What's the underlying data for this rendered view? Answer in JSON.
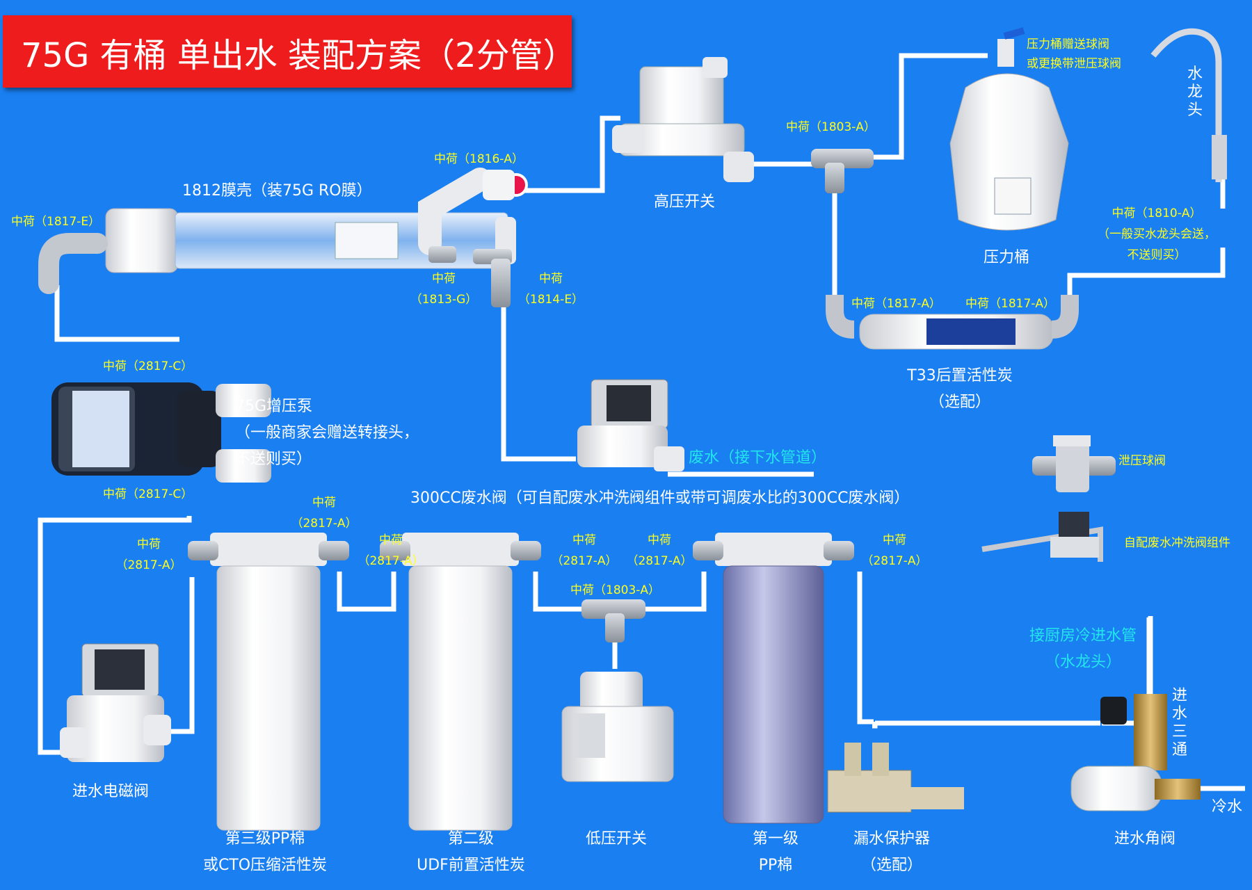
{
  "title": "75G 有桶 单出水 装配方案（2分管）",
  "components": {
    "membrane_shell": "1812膜壳（装75G RO膜）",
    "high_pressure_switch": "高压开关",
    "pressure_tank": "压力桶",
    "faucet": "水龙头",
    "t33_carbon": [
      "T33后置活性炭",
      "（选配）"
    ],
    "booster_pump": [
      "75G增压泵",
      "（一般商家会赠送转接头，",
      "不送则买）"
    ],
    "waste_valve": "300CC废水阀（可自配废水冲洗阀组件或带可调废水比的300CC废水阀）",
    "waste_water": "废水（接下水管道）",
    "relief_ball_valve": "泄压球阀",
    "flush_valve_kit": "自配废水冲洗阀组件",
    "kitchen_cold_pipe": [
      "接厨房冷进水管",
      "（水龙头）"
    ],
    "inlet_tee": "进水三通",
    "cold_water": "冷水",
    "inlet_angle_valve": "进水角阀",
    "leak_protector": [
      "漏水保护器",
      "（选配）"
    ],
    "stage1": [
      "第一级",
      "PP棉"
    ],
    "low_pressure_switch": "低压开关",
    "stage2": [
      "第二级",
      "UDF前置活性炭"
    ],
    "stage3": [
      "第三级PP棉",
      "或CTO压缩活性炭"
    ],
    "inlet_solenoid": "进水电磁阀",
    "tank_note": [
      "压力桶赠送球阀",
      "或更换带泄压球阀"
    ]
  },
  "fittings": {
    "f1817E": [
      "中荷（1817-E）"
    ],
    "f1816A": [
      "中荷（1816-A）"
    ],
    "f1803A_top": [
      "中荷（1803-A）"
    ],
    "f1810A": [
      "中荷（1810-A）",
      "（一般买水龙头会送，",
      "不送则买）"
    ],
    "f1813G": [
      "中荷",
      "（1813-G）"
    ],
    "f1814E": [
      "中荷",
      "（1814-E）"
    ],
    "f1817A_left": [
      "中荷（1817-A）"
    ],
    "f1817A_right": [
      "中荷（1817-A）"
    ],
    "f2817C_top": [
      "中荷（2817-C）"
    ],
    "f2817C_bottom": [
      "中荷（2817-C）"
    ],
    "f2817A_1": [
      "中荷",
      "（2817-A）"
    ],
    "f2817A_2": [
      "中荷",
      "（2817-A）"
    ],
    "f2817A_3": [
      "中荷",
      "（2817-A）"
    ],
    "f2817A_4": [
      "中荷",
      "（2817-A）"
    ],
    "f2817A_5": [
      "中荷",
      "（2817-A）"
    ],
    "f2817A_6": [
      "中荷",
      "（2817-A）"
    ],
    "f1803A_bottom": [
      "中荷（1803-A）"
    ]
  },
  "colors": {
    "background": "#1a7ff0",
    "title_bg": "#ee1c1c",
    "fitting_label": "#ffff1e",
    "highlight_label": "#22e6ec",
    "pipe": "#ffffff"
  }
}
